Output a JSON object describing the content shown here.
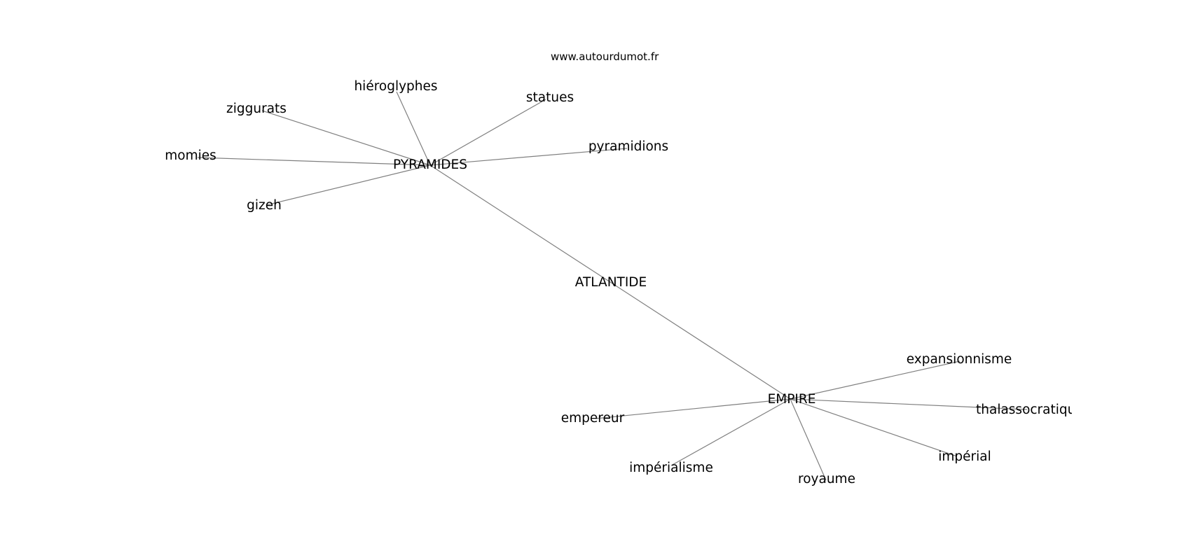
{
  "watermark": "www.autourdumot.fr",
  "nodes": {
    "center": "ATLANTIDE",
    "hub_pyramides": "PYRAMIDES",
    "hub_empire": "EMPIRE",
    "hieroglyphes": "hiéroglyphes",
    "ziggurats": "ziggurats",
    "statues": "statues",
    "pyramidions": "pyramidions",
    "momies": "momies",
    "gizeh": "gizeh",
    "expansionnisme": "expansionnisme",
    "thalassocratique": "thalassocratique",
    "empereur": "empereur",
    "imperial": "impérial",
    "imperialisme": "impérialisme",
    "royaume": "royaume"
  },
  "colors": {
    "edge": "#7f7f7f",
    "text": "#000000",
    "background": "#ffffff"
  }
}
